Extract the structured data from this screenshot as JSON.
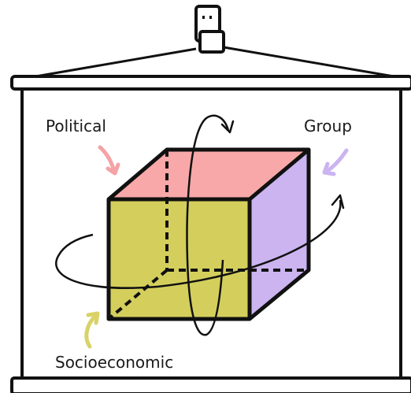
{
  "labels": {
    "political": "Political",
    "group": "Group",
    "socioeconomic": "Socioeconomic"
  },
  "colors": {
    "political_face": "#f8a8a8",
    "group_face": "#cbb4f0",
    "socioeconomic_face": "#d4cf5c",
    "political_arrow": "#f4a3a6",
    "group_arrow": "#cbb4f0",
    "socioeconomic_arrow": "#d9d267",
    "outline": "#111111"
  },
  "icons": {
    "projector": "projector-icon"
  }
}
